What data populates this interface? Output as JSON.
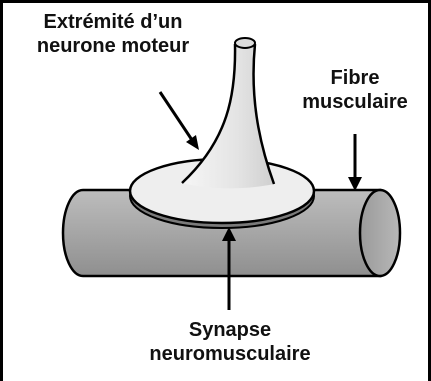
{
  "labels": {
    "neuron_end": {
      "line1": "Extrémité d’un",
      "line2": "neurone moteur"
    },
    "muscle_fibre": {
      "line1": "Fibre",
      "line2": "musculaire"
    },
    "synapse": {
      "line1": "Synapse",
      "line2": "neuromusculaire"
    }
  },
  "colors": {
    "fibre_fill": "#a9a9a9",
    "fibre_shadow": "#8c8c8c",
    "terminal_fill": "#ececec",
    "outline": "#000000"
  }
}
